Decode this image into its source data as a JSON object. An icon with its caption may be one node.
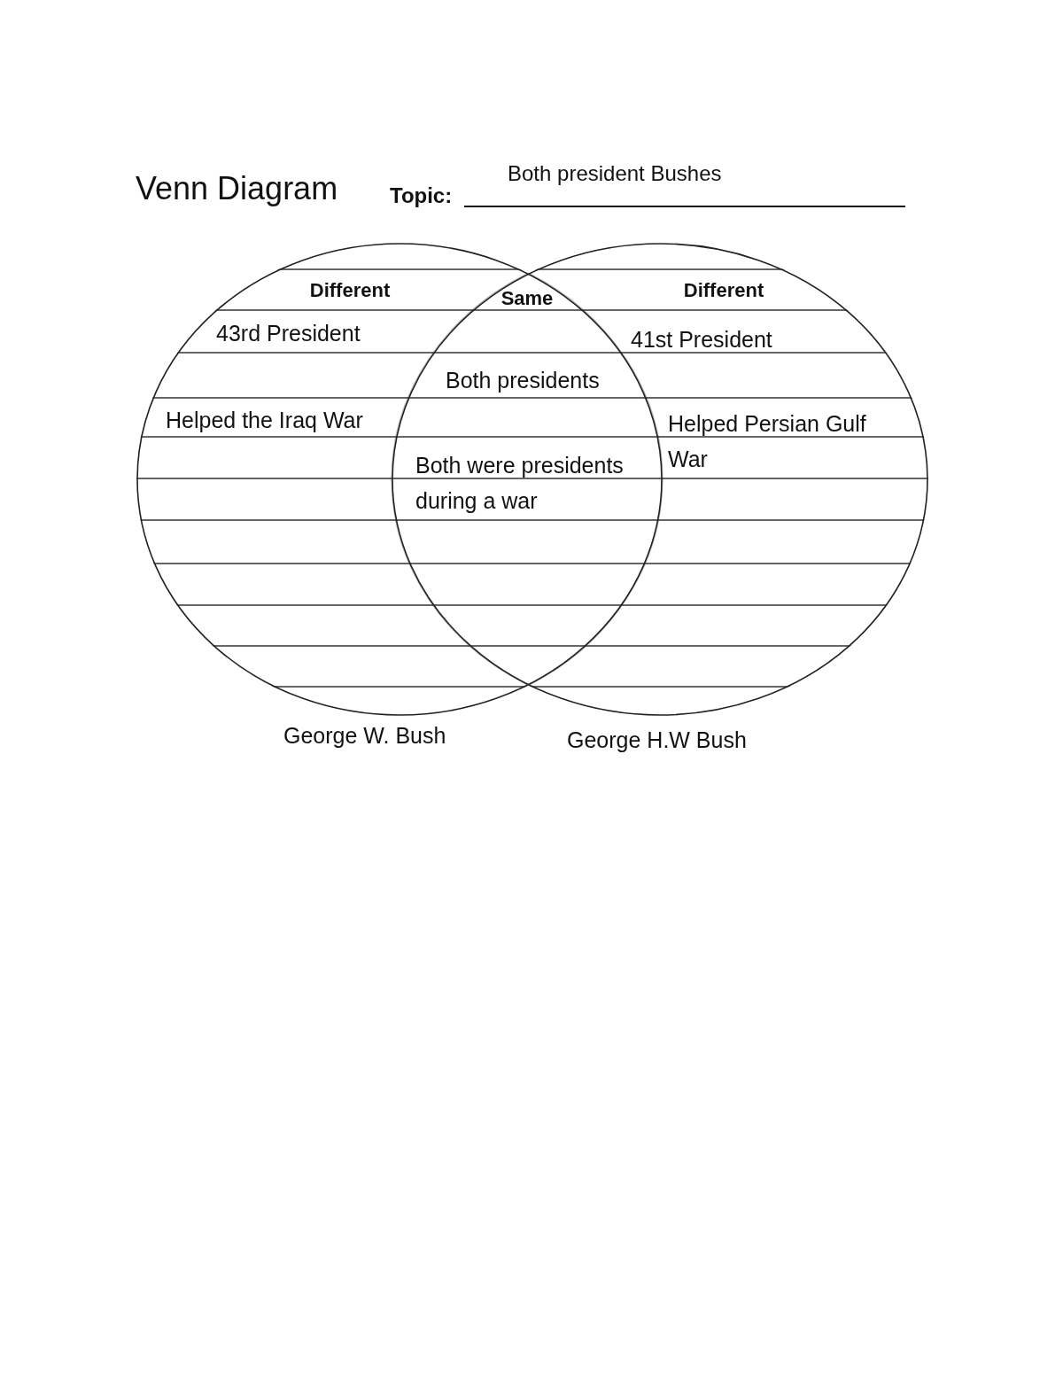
{
  "diagram": {
    "title": "Venn Diagram",
    "nodes": [
      {
        "text": [
          "Different",
          "43rd President",
          "Helped the Iraq War"
        ],
        "beside": [
          "George W. Bush"
        ]
      },
      {
        "text": [
          "Same",
          "Both presidents",
          "Both were presidents during a war"
        ]
      },
      {
        "text": [
          "Different",
          "41st President",
          "Helped Persian Gulf War"
        ],
        "beside": [
          "George H.W Bush"
        ]
      }
    ],
    "labels": [
      "Topic:",
      "Both president Bushes"
    ]
  }
}
